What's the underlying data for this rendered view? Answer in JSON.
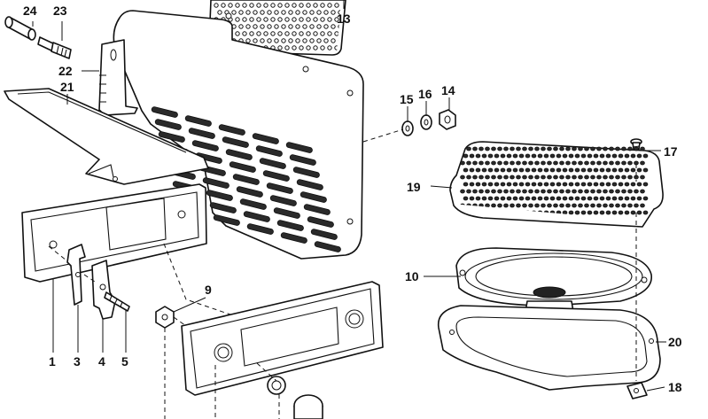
{
  "callouts": {
    "c1": "1",
    "c3": "3",
    "c4": "4",
    "c5": "5",
    "c9": "9",
    "c10": "10",
    "c13": "13",
    "c14": "14",
    "c15": "15",
    "c16": "16",
    "c17": "17",
    "c18": "18",
    "c19": "19",
    "c20": "20",
    "c21": "21",
    "c22": "22",
    "c23": "23",
    "c24": "24"
  }
}
